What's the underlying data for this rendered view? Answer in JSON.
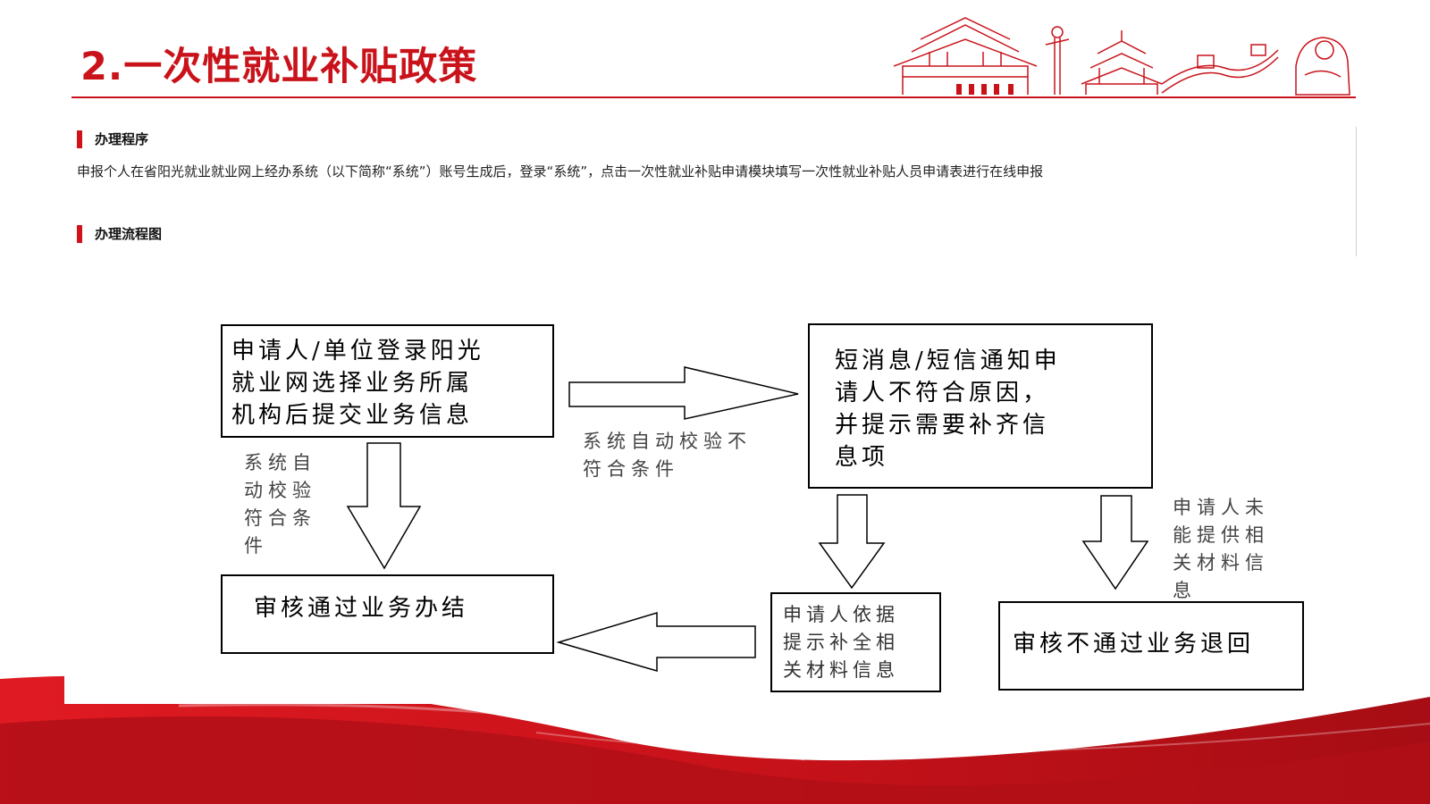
{
  "slide": {
    "title": "2.一次性就业补贴政策"
  },
  "sections": [
    {
      "heading": "办理程序"
    },
    {
      "heading": "办理流程图"
    }
  ],
  "procedure_text": "申报个人在省阳光就业就业网上经办系统（以下简称“系统”）账号生成后，登录“系统”，点击一次性就业补贴申请模块填写一次性就业补贴人员申请表进行在线申报",
  "flowchart": {
    "nodes": {
      "submit": "申请人/单位登录阳光\n就业网选择业务所属\n机构后提交业务信息",
      "notify": "短消息/短信通知申\n请人不符合原因，\n并提示需要补齐信\n息项",
      "approved": "审核通过业务办结",
      "supplement": "申请人依据\n提示补全相\n关材料信息",
      "rejected": "审核不通过业务退回"
    },
    "edge_labels": {
      "pass": "系统自\n动校验\n符合条\n件",
      "fail": "系统自动校验不\n符合条件",
      "no_material": "申请人未\n能提供相\n关材料信\n息"
    }
  },
  "colors": {
    "accent": "#c9121a",
    "dark_red": "#8f0a10"
  }
}
